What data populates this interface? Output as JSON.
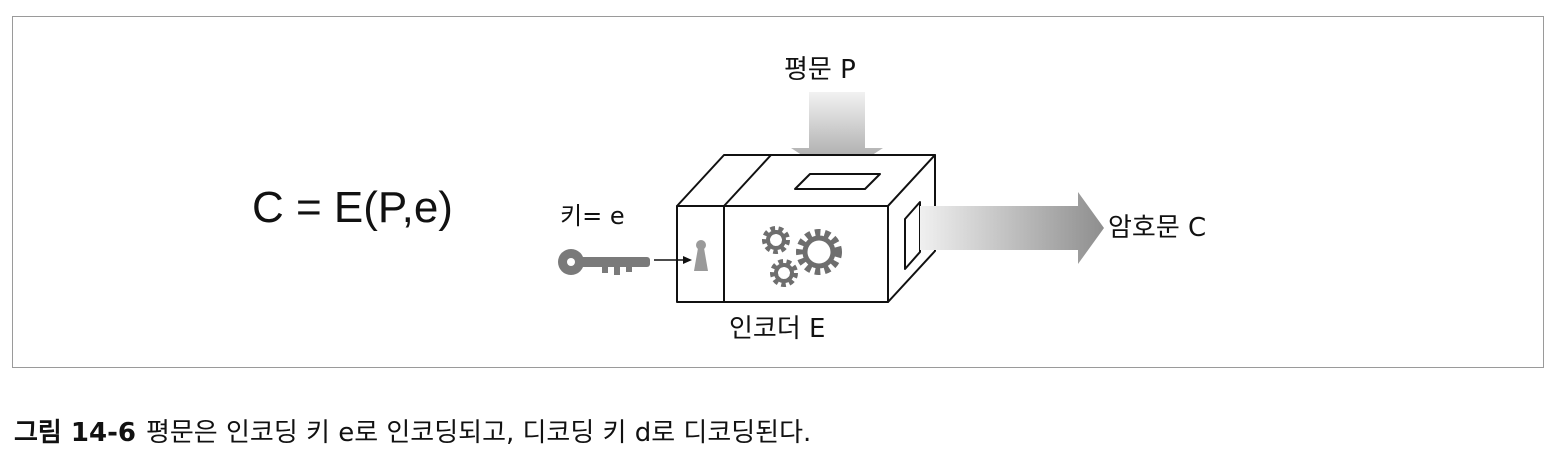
{
  "diagram": {
    "formula": "C = E(P,e)",
    "plaintext_label": "평문 P",
    "key_label": "키= e",
    "ciphertext_label": "암호문 C",
    "encoder_label": "인코더 E"
  },
  "caption": {
    "label": "그림 14-6",
    "text": "평문은 인코딩 키 e로 인코딩되고, 디코딩 키 d로 디코딩된다."
  },
  "colors": {
    "frame": "#9a9a9a",
    "arrow_dark": "#8c8c8c",
    "arrow_light": "#ececec",
    "gear": "#6e6e6e",
    "key": "#7a7a7a"
  }
}
